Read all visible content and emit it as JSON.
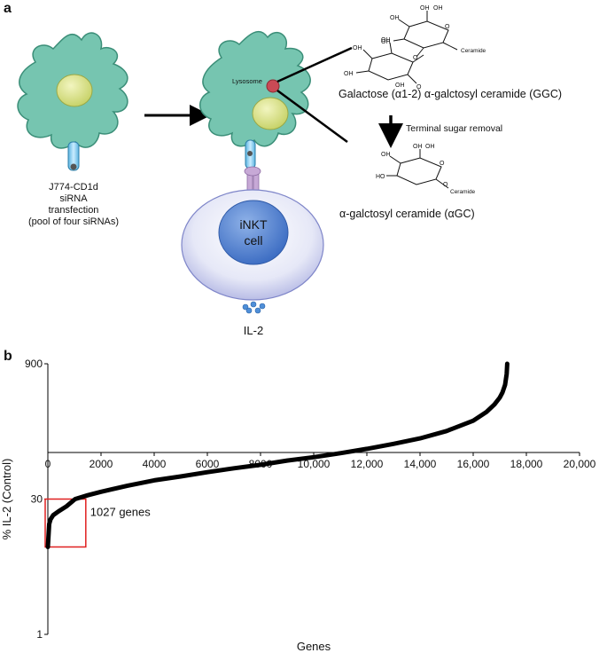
{
  "panel_a": {
    "label": "a",
    "cell_left": {
      "caption_lines": [
        "J774-CD1d",
        "siRNA",
        "transfection",
        "(pool of four siRNAs)"
      ]
    },
    "cell_right": {
      "lysosome_label": "Lysosome"
    },
    "inkt": {
      "label_line1": "iNKT",
      "label_line2": "cell"
    },
    "il2_label": "IL-2",
    "ggc": {
      "oh_labels": [
        "OH",
        "OH",
        "OH",
        "OH",
        "OH",
        "OH",
        "OH",
        "OH"
      ],
      "ring_o": [
        "O",
        "O",
        "O"
      ],
      "ceramide": "Ceramide",
      "name": "Galactose (α1-2) α-galctosyl ceramide (GGC)"
    },
    "step_label": "Terminal sugar removal",
    "agc": {
      "oh_labels": [
        "OH",
        "OH",
        "OH",
        "HO"
      ],
      "ring_o": [
        "O",
        "O"
      ],
      "ceramide": "Ceramide",
      "name": "α-galctosyl ceramide (αGC)"
    }
  },
  "panel_b": {
    "label": "b",
    "chart_data": {
      "type": "line",
      "title": "",
      "xlabel": "Genes",
      "ylabel": "% IL-2 (Control)",
      "xlim": [
        0,
        20000
      ],
      "ylim": [
        1,
        900
      ],
      "y_scale": "log",
      "x_ticks": [
        0,
        2000,
        4000,
        6000,
        8000,
        10000,
        12000,
        14000,
        16000,
        18000,
        20000
      ],
      "x_tick_labels": [
        "0",
        "2000",
        "4000",
        "6000",
        "8000",
        "10,000",
        "12,000",
        "14,000",
        "16,000",
        "18,000",
        "20,000"
      ],
      "y_ticks": [
        1,
        30,
        900
      ],
      "y_tick_labels": [
        "1",
        "30",
        "900"
      ],
      "series": [
        {
          "x": [
            0,
            50,
            100,
            200,
            400,
            700,
            1027,
            1500,
            2000,
            3000,
            4000,
            5000,
            6000,
            7000,
            8000,
            9000,
            10000,
            11000,
            12000,
            13000,
            14000,
            15000,
            16000,
            16500,
            16800,
            17000,
            17100,
            17200,
            17260,
            17280
          ],
          "y": [
            9,
            16,
            18,
            20,
            22,
            25,
            30,
            33,
            36,
            42,
            48,
            53,
            59,
            65,
            71,
            79,
            86,
            95,
            106,
            120,
            138,
            166,
            215,
            268,
            324,
            385,
            437,
            530,
            700,
            900
          ]
        }
      ],
      "highlight": {
        "label": "1027 genes",
        "x_range": [
          0,
          1027
        ],
        "y_range": [
          9,
          30
        ],
        "color": "#e02020"
      },
      "grid": false,
      "legend": "none"
    }
  }
}
